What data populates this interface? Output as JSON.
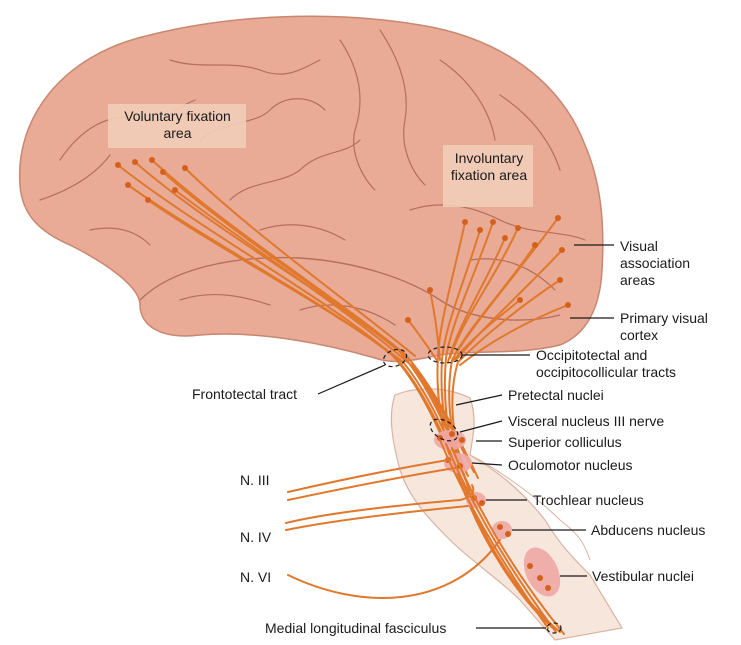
{
  "colors": {
    "brain": "#e9ab96",
    "brain_outline": "#c98670",
    "gyrus": "#b56f5b",
    "brainstem": "#f7e6dc",
    "brainstem_outline": "#d9b3a2",
    "tract": "#e0782d",
    "tract_node": "#d5601a",
    "nucleus": "#f0a9a6",
    "label_box": "#f2cdb8",
    "leader": "#1a1a1a"
  },
  "labels": {
    "voluntary_fixation": "Voluntary fixation area",
    "involuntary_fixation": "Involuntary fixation area",
    "visual_association": "Visual association areas",
    "primary_visual": "Primary visual cortex",
    "occipitotectal": "Occipitotectal and occipitocollicular tracts",
    "frontotectal": "Frontotectal tract",
    "pretectal": "Pretectal nuclei",
    "visceral_nucleus": "Visceral nucleus III nerve",
    "superior_colliculus": "Superior colliculus",
    "oculomotor": "Oculomotor nucleus",
    "trochlear": "Trochlear nucleus",
    "abducens": "Abducens nucleus",
    "vestibular": "Vestibular nuclei",
    "mlf": "Medial longitudinal fasciculus",
    "n3": "N. III",
    "n4": "N. IV",
    "n6": "N. VI"
  },
  "icons": {
    "brain": "brain-illustration",
    "brainstem": "brainstem-illustration"
  }
}
